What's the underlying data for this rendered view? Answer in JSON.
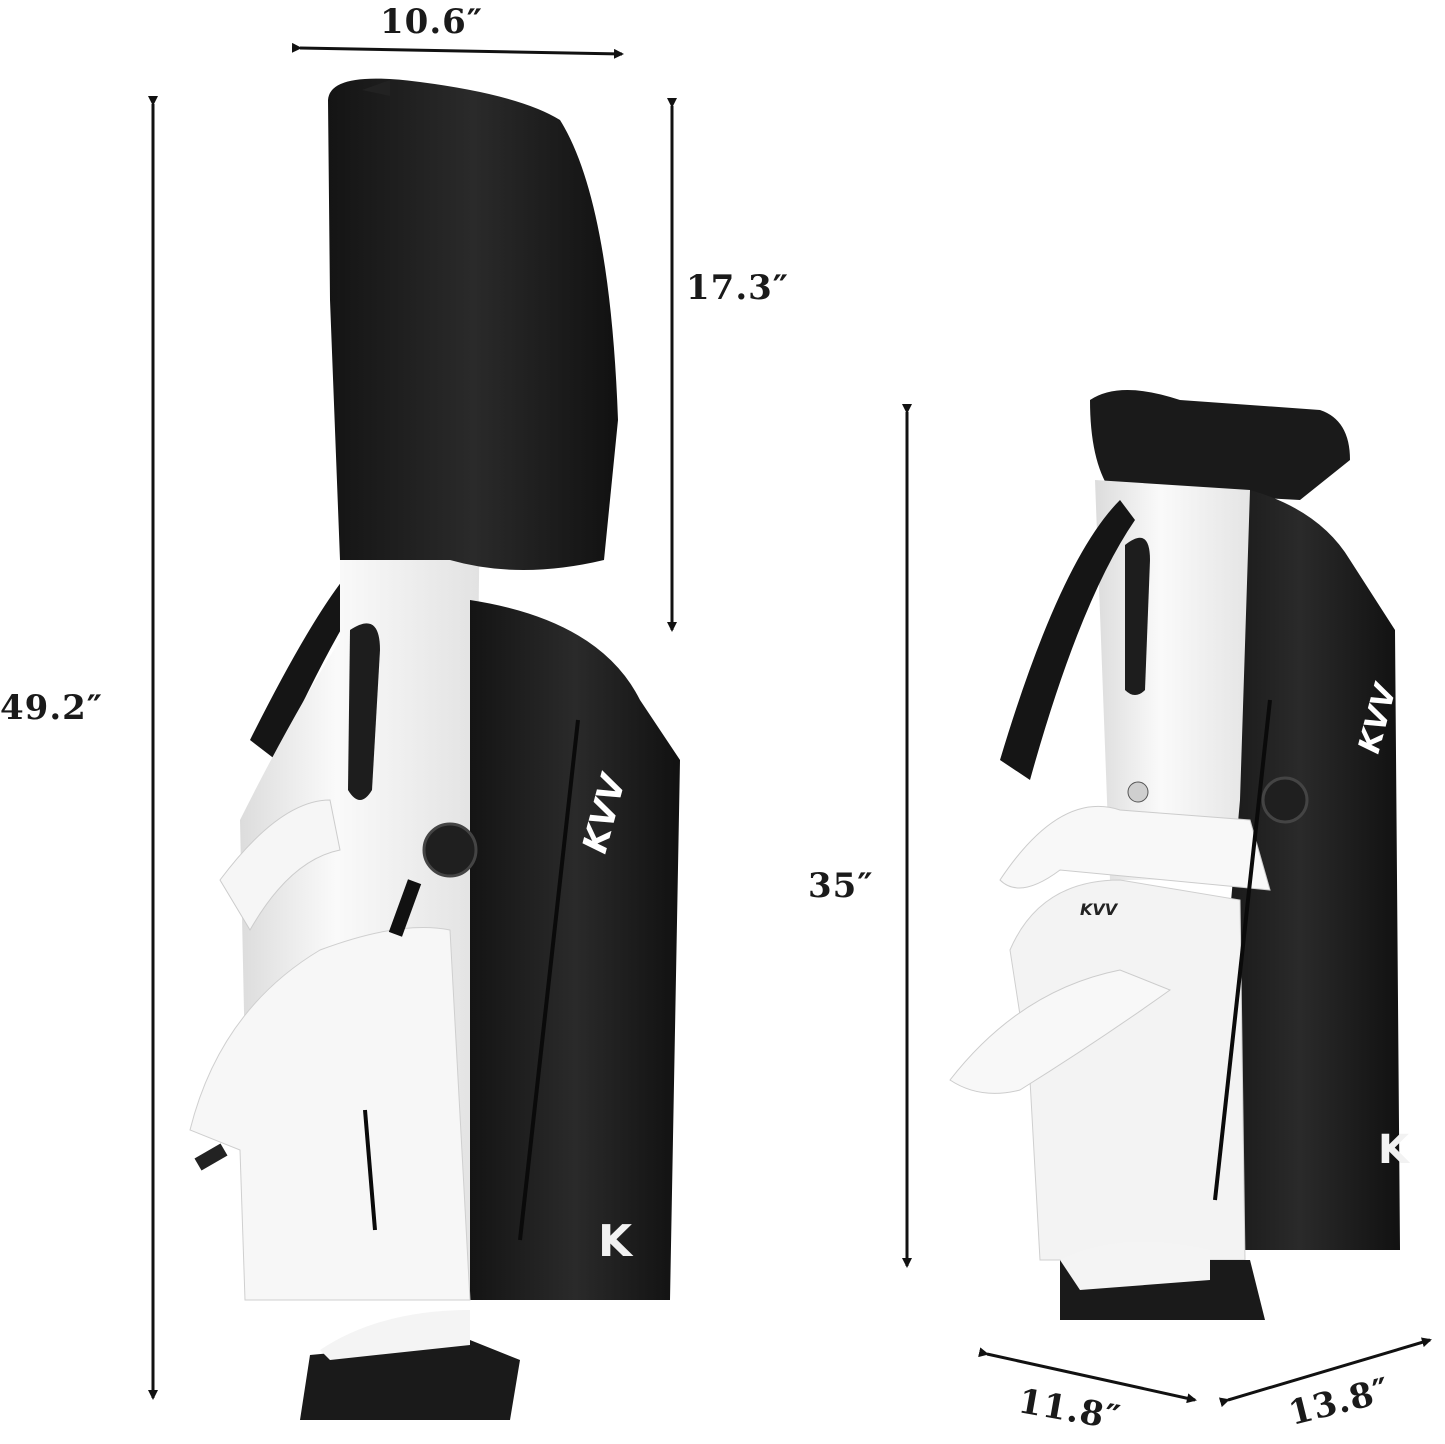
{
  "product": {
    "type": "golf stand bag",
    "brand_wordmark": "KVV",
    "brand_monogram": "K",
    "colors": {
      "body_black": "#1c1c1c",
      "panel_white": "#f4f4f4",
      "arrow": "#111111",
      "label": "#1a1a1a"
    }
  },
  "left_bag": {
    "description": "bag with rain hood on",
    "dimensions": {
      "width_top": "10.6″",
      "total_height": "49.2″",
      "hood_height": "17.3″"
    }
  },
  "right_bag": {
    "description": "bag without rain hood",
    "dimensions": {
      "height": "35″",
      "depth": "11.8″",
      "width": "13.8″"
    }
  }
}
